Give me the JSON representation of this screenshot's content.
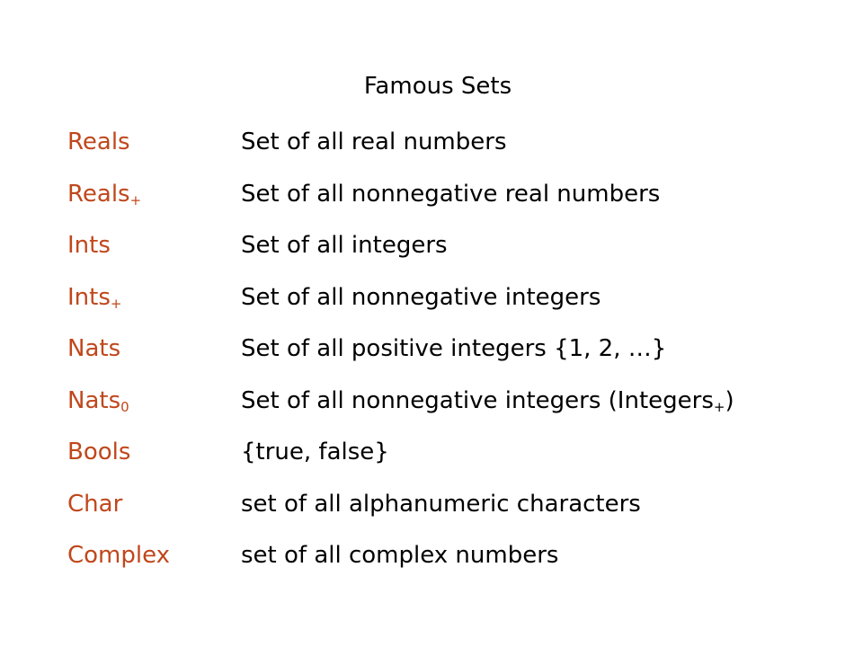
{
  "slide": {
    "title": "Famous Sets",
    "rows": [
      {
        "term": "Reals",
        "term_sub": "",
        "def": "Set of all real numbers",
        "def_sub": "",
        "def_tail": ""
      },
      {
        "term": "Reals",
        "term_sub": "+",
        "def": "Set of all nonnegative real numbers",
        "def_sub": "",
        "def_tail": ""
      },
      {
        "term": "Ints",
        "term_sub": "",
        "def": "Set of all integers",
        "def_sub": "",
        "def_tail": ""
      },
      {
        "term": "Ints",
        "term_sub": "+",
        "def": "Set of all nonnegative integers",
        "def_sub": "",
        "def_tail": ""
      },
      {
        "term": "Nats",
        "term_sub": "",
        "def": "Set of all positive integers {1, 2, …}",
        "def_sub": "",
        "def_tail": ""
      },
      {
        "term": "Nats",
        "term_sub": "0",
        "def": "Set of all nonnegative integers (Integers",
        "def_sub": "+",
        "def_tail": ")"
      },
      {
        "term": "Bools",
        "term_sub": "",
        "def": "{true, false}",
        "def_sub": "",
        "def_tail": ""
      },
      {
        "term": "Char",
        "term_sub": "",
        "def": "set of all alphanumeric characters",
        "def_sub": "",
        "def_tail": ""
      },
      {
        "term": "Complex",
        "term_sub": "",
        "def": "set of all complex numbers",
        "def_sub": "",
        "def_tail": ""
      }
    ]
  },
  "colors": {
    "term": "#c0471c",
    "text": "#000000",
    "background": "#ffffff"
  }
}
